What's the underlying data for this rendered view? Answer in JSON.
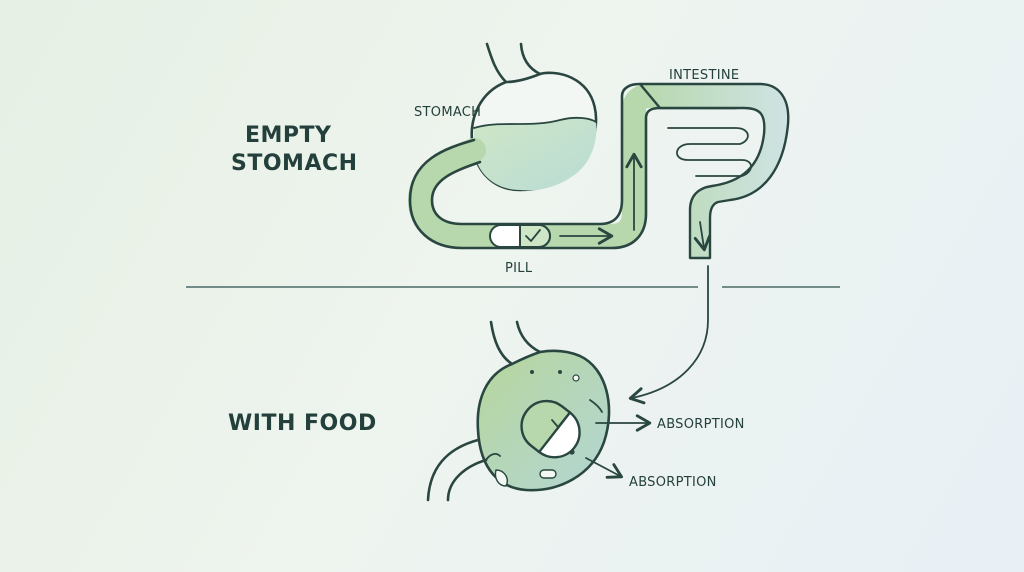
{
  "sections": {
    "empty": {
      "title_line1": "EMPTY",
      "title_line2": "STOMACH"
    },
    "food": {
      "title": "WITH FOOD"
    }
  },
  "labels": {
    "stomach": "STOMACH",
    "intestine": "INTESTINE",
    "pill": "PILL",
    "absorption_1": "ABSORPTION",
    "absorption_2": "ABSORPTION"
  },
  "icons": [
    "stomach-icon",
    "intestine-icon",
    "pill-icon",
    "capsule-icon",
    "checkmark-icon",
    "arrow-icon"
  ],
  "colors": {
    "outline": "#2a4640",
    "fill_green": "#a9cf9e",
    "fill_light": "#d9ead3",
    "fill_blue": "#c6e0dc",
    "background": "#eaf2ee"
  }
}
